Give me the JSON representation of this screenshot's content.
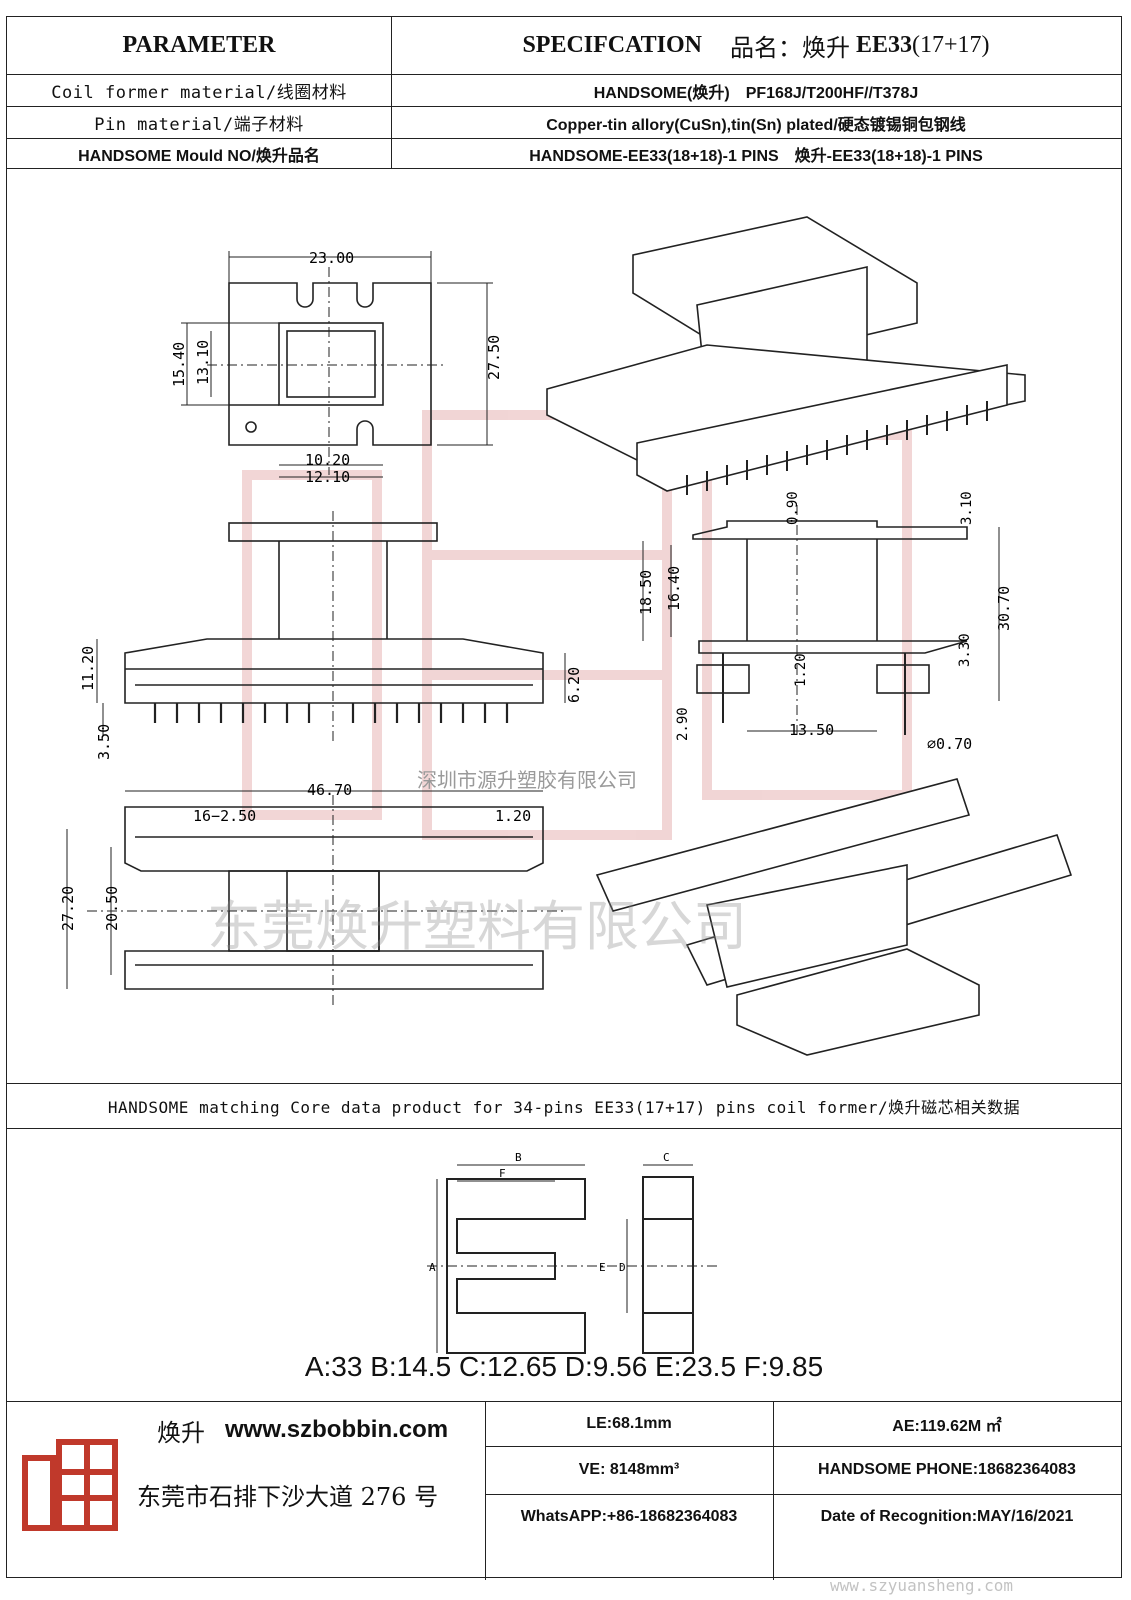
{
  "header": {
    "parameter": "PARAMETER",
    "specification": "SPECIFCATION",
    "product_name_label": "品名：",
    "product_name": "焕升",
    "product_model": "EE33",
    "product_pins": "(17+17)"
  },
  "params": [
    {
      "label": "Coil former material/线圈材料",
      "value": "HANDSOME(焕升)　PF168J/T200HF//T378J"
    },
    {
      "label": "Pin material/端子材料",
      "value": "Copper-tin allory(CuSn),tin(Sn) plated/硬态镀锡铜包钢线"
    },
    {
      "label": "HANDSOME Mould NO/焕升品名",
      "value": "HANDSOME-EE33(18+18)-1 PINS　焕升-EE33(18+18)-1 PINS"
    }
  ],
  "dimensions": {
    "top_view": {
      "width": "23.00",
      "depth": "27.50",
      "inner_h1": "15.40",
      "inner_h2": "13.10",
      "inner_w1": "10.20",
      "inner_w2": "12.10"
    },
    "front_view": {
      "h1": "11.20",
      "h2": "6.20",
      "pin": "3.50"
    },
    "side_view": {
      "top": "0.90",
      "flange": "3.10",
      "h1": "18.50",
      "h2": "16.40",
      "total": "30.70",
      "s1": "3.30",
      "s2": "1.20",
      "s3": "2.90",
      "width": "13.50",
      "pin_dia": "⌀0.70"
    },
    "bottom_view": {
      "length": "46.70",
      "pitch": "16−2.50",
      "pin": "1.20",
      "depth": "27.20",
      "inner": "20.50"
    }
  },
  "watermarks": {
    "company_small": "深圳市源升塑胶有限公司",
    "company_large": "东莞焕升塑料有限公司",
    "url": "www.szyuansheng.com"
  },
  "core": {
    "title": "HANDSOME matching Core data  product for 34-pins EE33(17+17) pins coil former/焕升磁芯相关数据",
    "labels": {
      "a": "A",
      "b": "B",
      "c": "C",
      "d": "D",
      "e": "E",
      "f": "F"
    },
    "values": "A:33 B:14.5 C:12.65 D:9.56 E:23.5 F:9.85"
  },
  "footer": {
    "brand": "焕升",
    "website": "www.szbobbin.com",
    "address": "东莞市石排下沙大道 276 号",
    "le": "LE:68.1mm",
    "ae": "AE:119.62M ㎡",
    "ve": "VE: 8148mm³",
    "phone": "HANDSOME PHONE:18682364083",
    "whatsapp": "WhatsAPP:+86-18682364083",
    "date": "Date of Recognition:MAY/16/2021"
  },
  "colors": {
    "border": "#222222",
    "watermark_red": "#e8b4b4",
    "logo_red": "#c0392b"
  }
}
